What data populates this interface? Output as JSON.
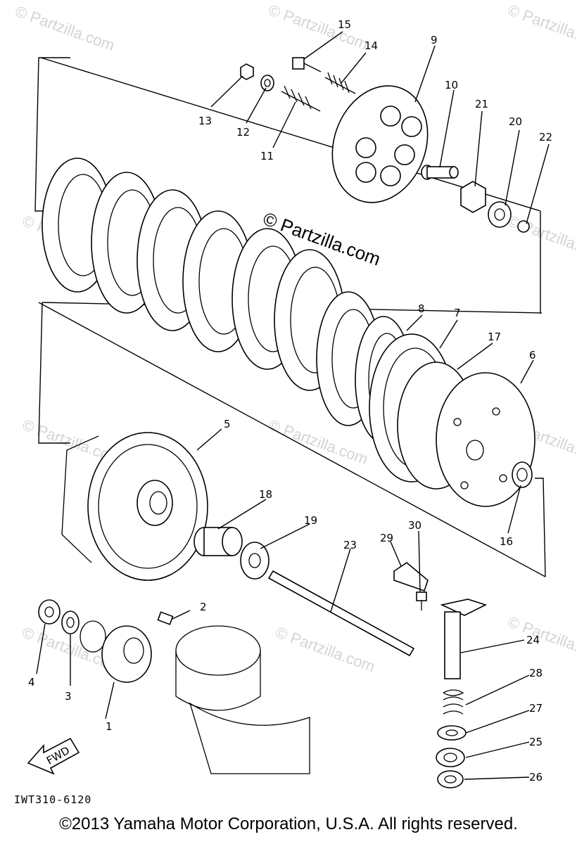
{
  "watermark": {
    "center_text": "© Partzilla.com",
    "tile_text": "© Partzilla.com"
  },
  "fwd_label": "FWD",
  "diagram_code": "IWT310-6120",
  "copyright": "©2013 Yamaha Motor Corporation, U.S.A. All rights reserved.",
  "callouts": [
    "1",
    "2",
    "3",
    "4",
    "5",
    "6",
    "7",
    "8",
    "9",
    "10",
    "11",
    "12",
    "13",
    "14",
    "15",
    "16",
    "17",
    "18",
    "19",
    "20",
    "21",
    "22",
    "23",
    "24",
    "25",
    "26",
    "27",
    "28",
    "29",
    "30"
  ]
}
